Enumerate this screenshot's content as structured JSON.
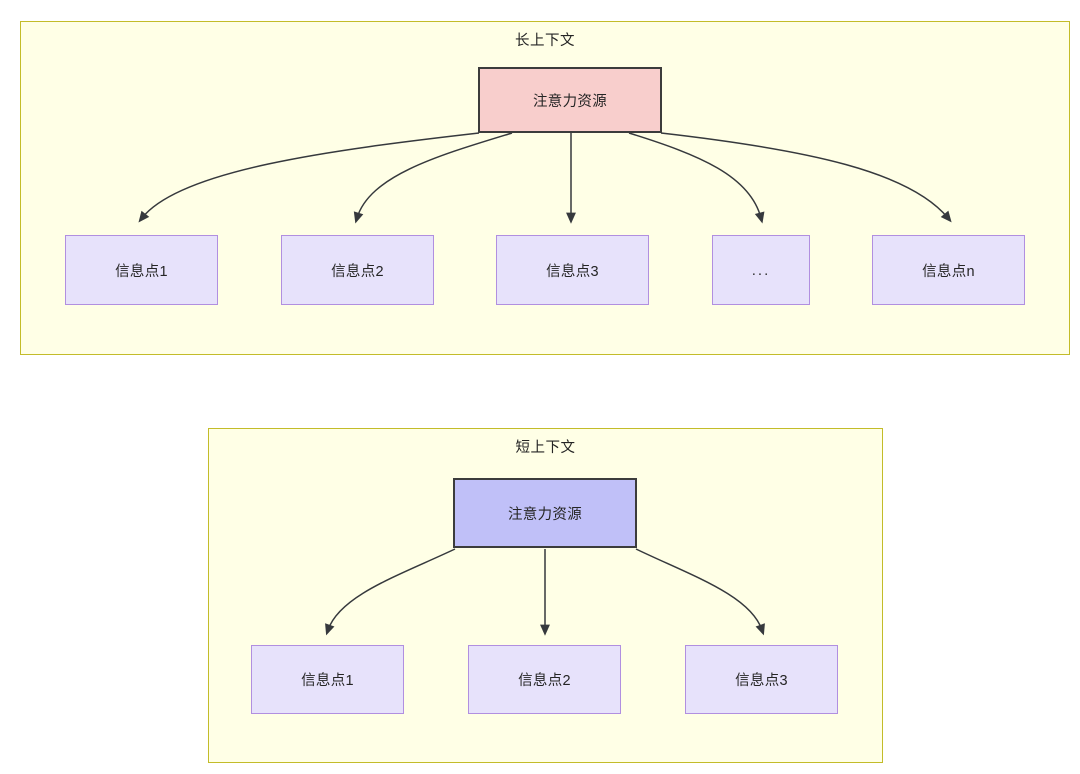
{
  "diagram": {
    "background_color": "#FFFFFF",
    "panel_fill": "#FFFFE6",
    "panel_border": "#C3BC29",
    "edge_color": "#36393D",
    "panels": [
      {
        "id": "long-context",
        "title": "长上下文",
        "root": {
          "label": "注意力资源",
          "fill": "#F8CECC",
          "border": "#3C3C3C"
        },
        "leaves": [
          {
            "label": "信息点1"
          },
          {
            "label": "信息点2"
          },
          {
            "label": "信息点3"
          },
          {
            "label": "..."
          },
          {
            "label": "信息点n"
          }
        ],
        "leaf_fill": "#E7E2FB",
        "leaf_border": "#B18FE0"
      },
      {
        "id": "short-context",
        "title": "短上下文",
        "root": {
          "label": "注意力资源",
          "fill": "#C0C0F8",
          "border": "#3C3C3C"
        },
        "leaves": [
          {
            "label": "信息点1"
          },
          {
            "label": "信息点2"
          },
          {
            "label": "信息点3"
          }
        ],
        "leaf_fill": "#E7E2FB",
        "leaf_border": "#B18FE0"
      }
    ]
  }
}
